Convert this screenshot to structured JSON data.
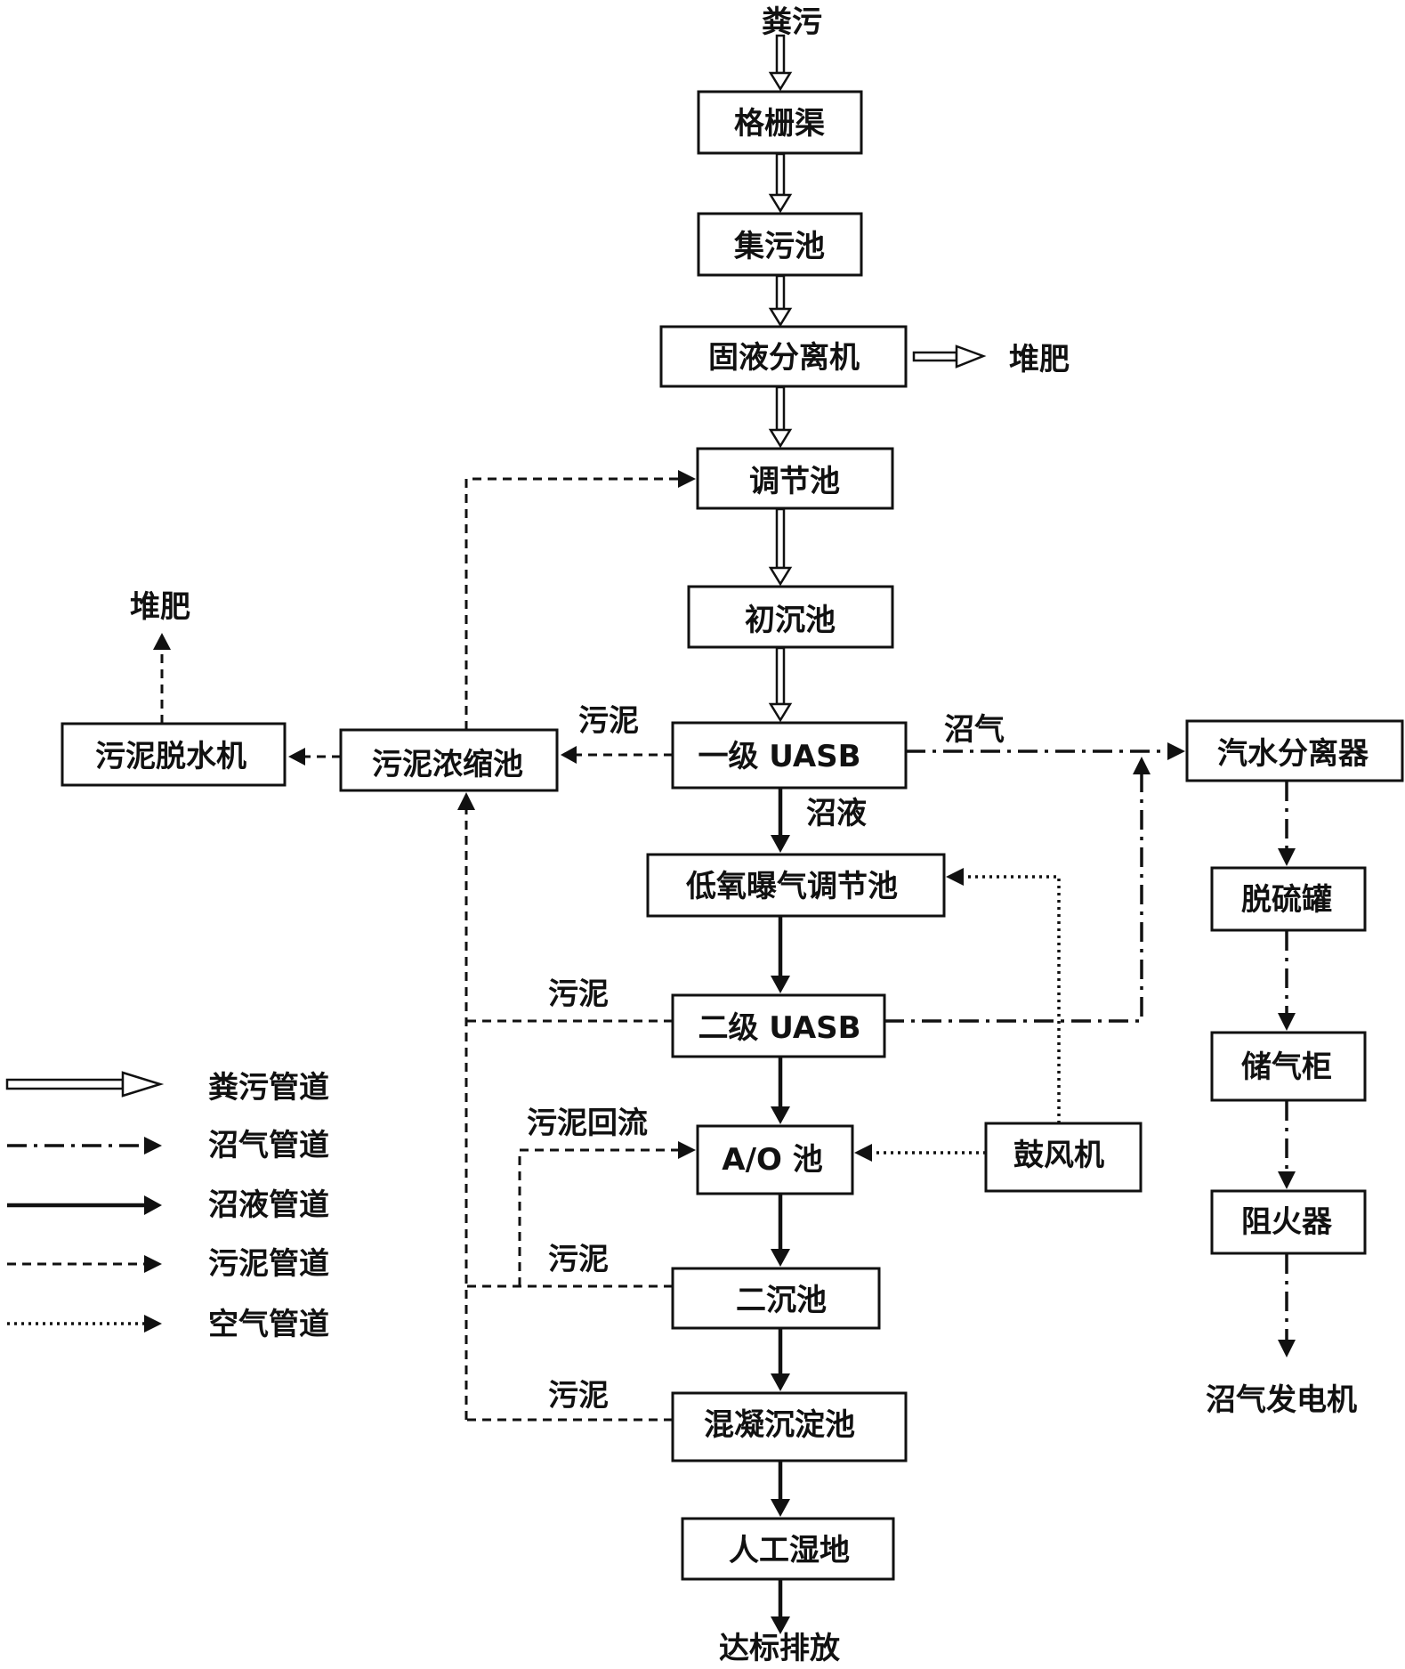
{
  "nodes": {
    "input": "粪污",
    "grid": "格栅渠",
    "collect": "集污池",
    "separator": "固液分离机",
    "compost_top": "堆肥",
    "regulate": "调节池",
    "primary": "初沉池",
    "uasb1": "一级 UASB",
    "thickener": "污泥浓缩池",
    "dewater": "污泥脱水机",
    "compost_left": "堆肥",
    "steam_sep": "汽水分离器",
    "desulf": "脱硫罐",
    "gasholder": "储气柜",
    "flame": "阻火器",
    "generator": "沼气发电机",
    "lowox": "低氧曝气调节池",
    "uasb2": "二级 UASB",
    "ao": "A/O 池",
    "blower": "鼓风机",
    "secondary": "二沉池",
    "coag": "混凝沉淀池",
    "wetland": "人工湿地",
    "discharge": "达标排放"
  },
  "edges": {
    "sludge_uasb1": "污泥",
    "biogas": "沼气",
    "digestate": "沼液",
    "sludge_uasb2": "污泥",
    "sludge_return": "污泥回流",
    "sludge_secondary": "污泥",
    "sludge_coag": "污泥"
  },
  "legend": [
    {
      "style": "hollow",
      "label": "粪污管道"
    },
    {
      "style": "gas",
      "label": "沼气管道"
    },
    {
      "style": "liquid",
      "label": "沼液管道"
    },
    {
      "style": "sludge",
      "label": "污泥管道"
    },
    {
      "style": "air",
      "label": "空气管道"
    }
  ]
}
